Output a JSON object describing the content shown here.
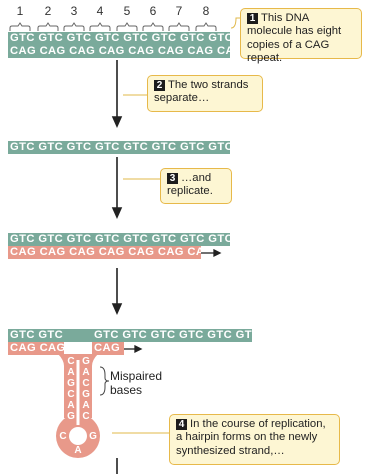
{
  "repeat_numbers": [
    "1",
    "2",
    "3",
    "4",
    "5",
    "6",
    "7",
    "8"
  ],
  "strands": {
    "top_initial": "GTC GTC GTC GTC GTC GTC GTC GTC",
    "bottom_initial": "CAG CAG CAG CAG CAG CAG CAG CAG",
    "separated": "GTC GTC GTC GTC GTC GTC GTC GTC",
    "replicate_template": "GTC GTC GTC GTC GTC GTC GTC GTC",
    "replicate_new": "CAG CAG CAG CAG CAG CAG CAG",
    "hairpin_template_left": "GTC GTC",
    "hairpin_template_right": "GTC GTC GTC GTC GTC GTC",
    "hairpin_new_left": "CAG CAG",
    "hairpin_new_right": "CAG"
  },
  "hairpin_letters": {
    "left": [
      "C",
      "A",
      "G",
      "C",
      "A",
      "G"
    ],
    "right": [
      "G",
      "A",
      "C",
      "G",
      "A",
      "C"
    ],
    "loop": [
      "C",
      "A",
      "G"
    ]
  },
  "steps": [
    {
      "number": "1",
      "text": "This DNA molecule has eight copies of a CAG repeat."
    },
    {
      "number": "2",
      "text": "The two strands separate…"
    },
    {
      "number": "3",
      "text": "…and replicate."
    },
    {
      "number": "4",
      "text": "In the course of replication, a hairpin forms on the newly synthesized strand,…"
    }
  ],
  "mispaired_label": "Mispaired bases",
  "colors": {
    "template": "#7aaa9b",
    "new_strand": "#e8998a",
    "callout_bg": "#fdf6d3",
    "callout_border": "#e7b94a"
  }
}
